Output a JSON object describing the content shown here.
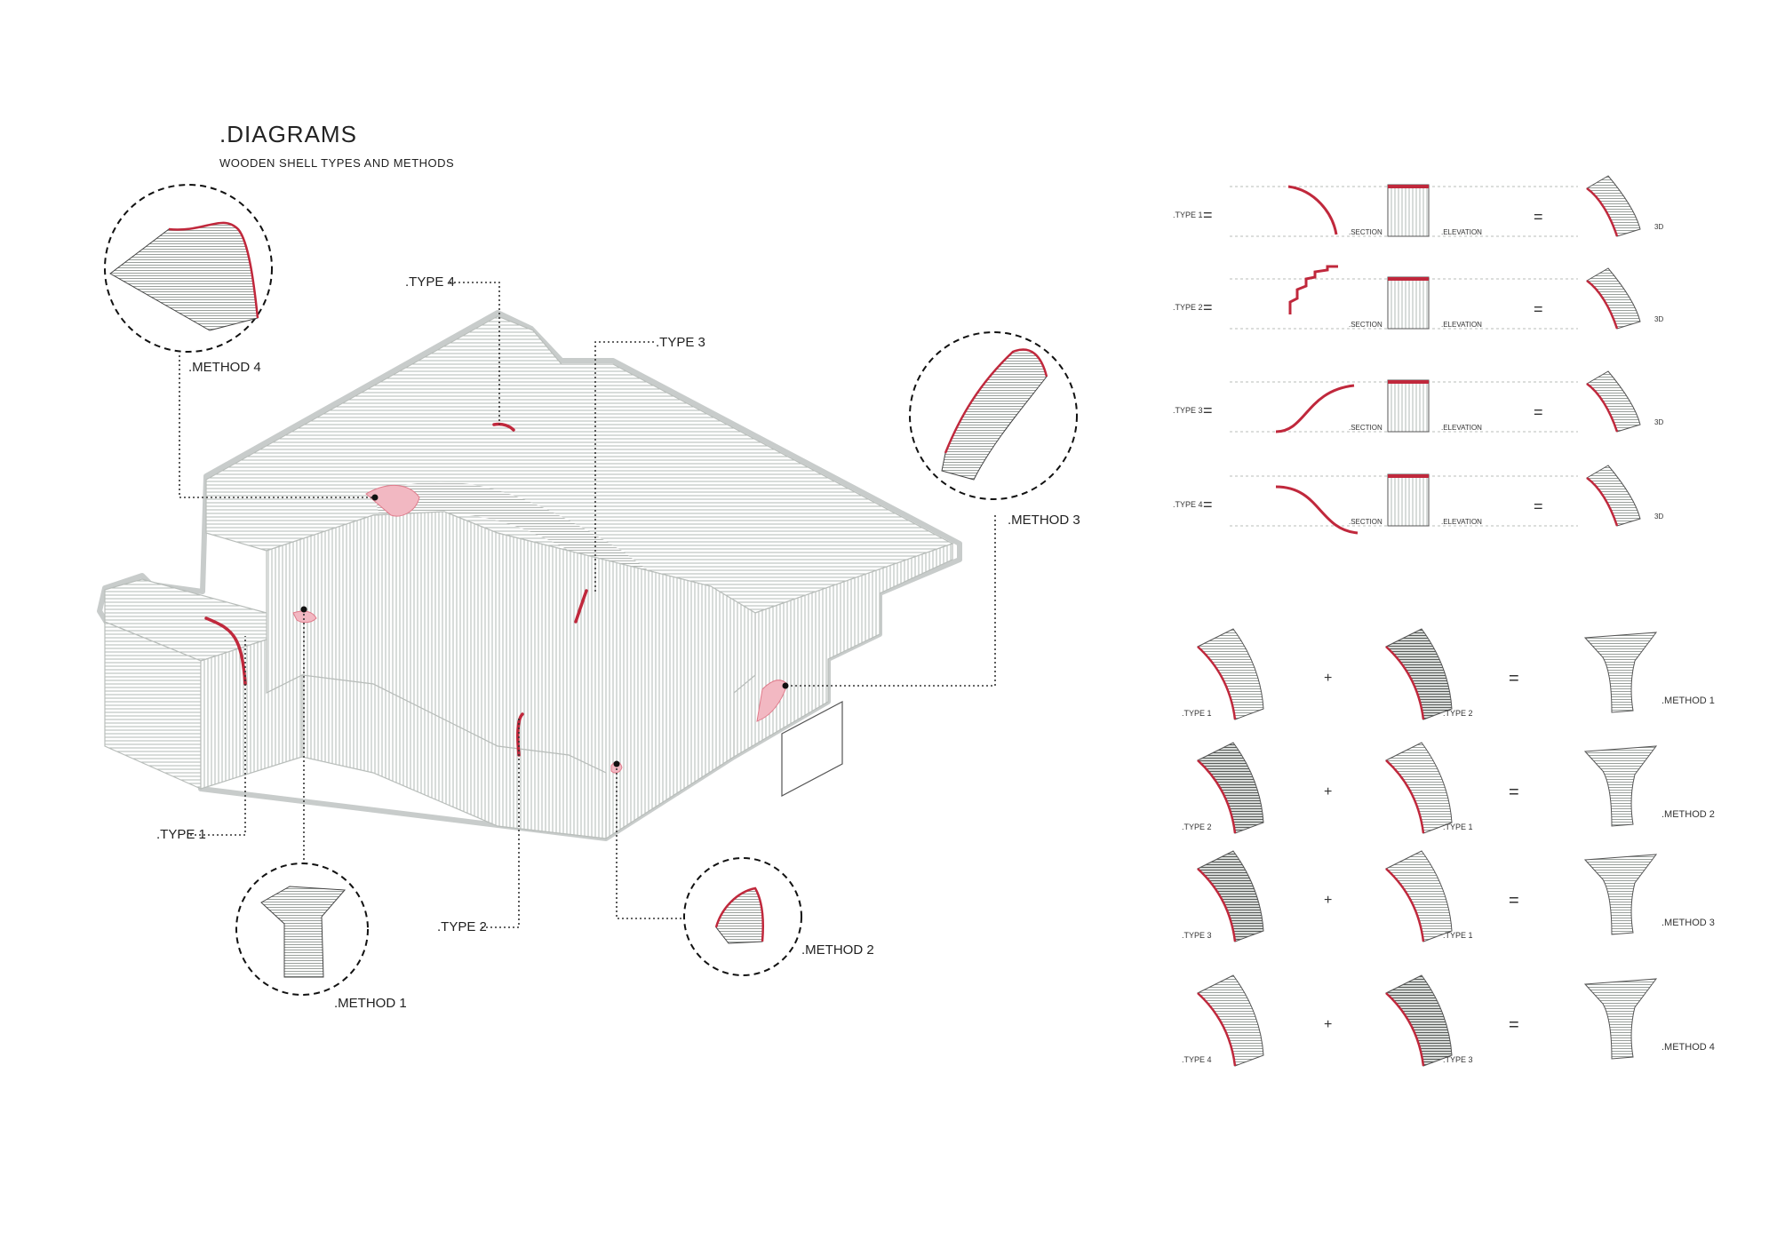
{
  "header": {
    "title": ".DIAGRAMS",
    "subtitle": "WOODEN SHELL TYPES AND METHODS"
  },
  "callouts": {
    "type1": ".TYPE 1",
    "type2": ".TYPE 2",
    "type3": ".TYPE 3",
    "type4": ".TYPE 4",
    "method1": ".METHOD 1",
    "method2": ".METHOD 2",
    "method3": ".METHOD 3",
    "method4": ".METHOD 4"
  },
  "type_table": {
    "rows": [
      {
        "label": ".TYPE 1",
        "section": ".SECTION",
        "elevation": ".ELEVATION",
        "view": "3D"
      },
      {
        "label": ".TYPE 2",
        "section": ".SECTION",
        "elevation": ".ELEVATION",
        "view": "3D"
      },
      {
        "label": ".TYPE 3",
        "section": ".SECTION",
        "elevation": ".ELEVATION",
        "view": "3D"
      },
      {
        "label": ".TYPE 4",
        "section": ".SECTION",
        "elevation": ".ELEVATION",
        "view": "3D"
      }
    ],
    "equals": "="
  },
  "method_table": {
    "plus": "+",
    "equals": "=",
    "rows": [
      {
        "a": ".TYPE 1",
        "b": ".TYPE 2",
        "result": ".METHOD 1"
      },
      {
        "a": ".TYPE 2",
        "b": ".TYPE 1",
        "result": ".METHOD 2"
      },
      {
        "a": ".TYPE 3",
        "b": ".TYPE 1",
        "result": ".METHOD 3"
      },
      {
        "a": ".TYPE 4",
        "b": ".TYPE 3",
        "result": ".METHOD 4"
      }
    ]
  },
  "colors": {
    "accent": "#c0283c",
    "accent_fill": "#f2b8c2",
    "line": "#9aa09c",
    "outline": "#c4c8c6",
    "ink": "#222222"
  }
}
